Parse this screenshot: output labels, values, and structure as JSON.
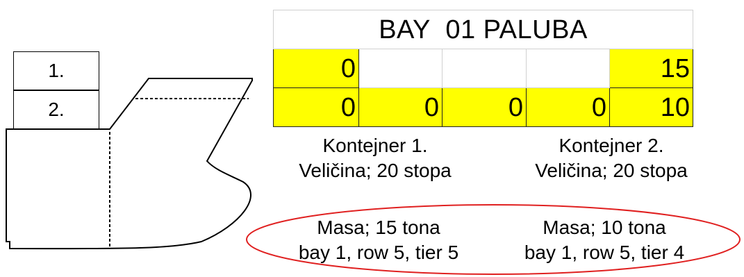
{
  "ship": {
    "stack_labels": [
      "1.",
      "2."
    ]
  },
  "bay": {
    "title": "BAY  01 PALUBA",
    "rows": [
      [
        "0",
        "",
        "",
        "",
        "15"
      ],
      [
        "0",
        "0",
        "0",
        "0",
        "10"
      ]
    ],
    "highlight": [
      [
        true,
        false,
        false,
        false,
        true
      ],
      [
        true,
        true,
        true,
        true,
        true
      ]
    ],
    "highlight_color": "#ffff00"
  },
  "containers": [
    {
      "name": "Kontejner 1.",
      "size": "Veličina; 20 stopa",
      "mass": "Masa; 15 tona",
      "position": "bay 1, row 5, tier 5"
    },
    {
      "name": "Kontejner 2.",
      "size": "Veličina; 20 stopa",
      "mass": "Masa; 10 tona",
      "position": "bay 1, row 5, tier 4"
    }
  ],
  "ellipse_color": "#e02020"
}
